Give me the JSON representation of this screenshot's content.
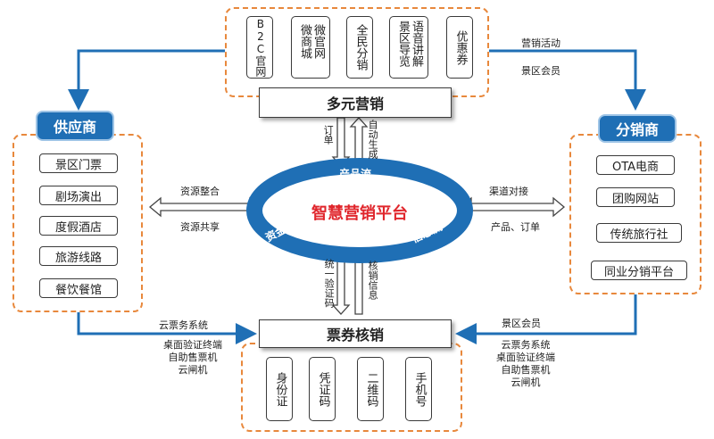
{
  "top": {
    "items": [
      "B2C官网",
      "微官网 微商城",
      "全民分销",
      "语音讲解 景区导览",
      "优惠券"
    ],
    "title": "多元营销"
  },
  "supplier": {
    "title": "供应商",
    "items": [
      "景区门票",
      "剧场演出",
      "度假酒店",
      "旅游线路",
      "餐饮餐馆"
    ]
  },
  "distributor": {
    "title": "分销商",
    "items": [
      "OTA电商",
      "团购网站",
      "传统旅行社",
      "同业分销平台"
    ]
  },
  "bottom": {
    "title": "票券核销",
    "items": [
      "身份证",
      "凭证码",
      "二维码",
      "手机号"
    ]
  },
  "center": {
    "title": "智慧营销平台",
    "flow_product": "产品流",
    "flow_fund": "资金流",
    "flow_info": "信息流"
  },
  "labels": {
    "marketing_activity": "营销活动",
    "scenic_member_top": "景区会员",
    "order": "订单",
    "auto_generate": "自动生成",
    "resource_integration": "资源整合",
    "resource_sharing": "资源共享",
    "channel_docking": "渠道对接",
    "product_order": "产品、订单",
    "unified_code": "统一验证码",
    "verify_info": "核销信息",
    "cloud_ticket_left": "云票务系统",
    "left_terminals": [
      "桌面验证终端",
      "自助售票机",
      "云闸机"
    ],
    "scenic_member_bottom": "景区会员",
    "right_terminals": [
      "云票务系统",
      "桌面验证终端",
      "自助售票机",
      "云闸机"
    ]
  },
  "colors": {
    "accent": "#1f6fb5",
    "dashed": "#e8883c",
    "title_red": "#e0262c"
  }
}
